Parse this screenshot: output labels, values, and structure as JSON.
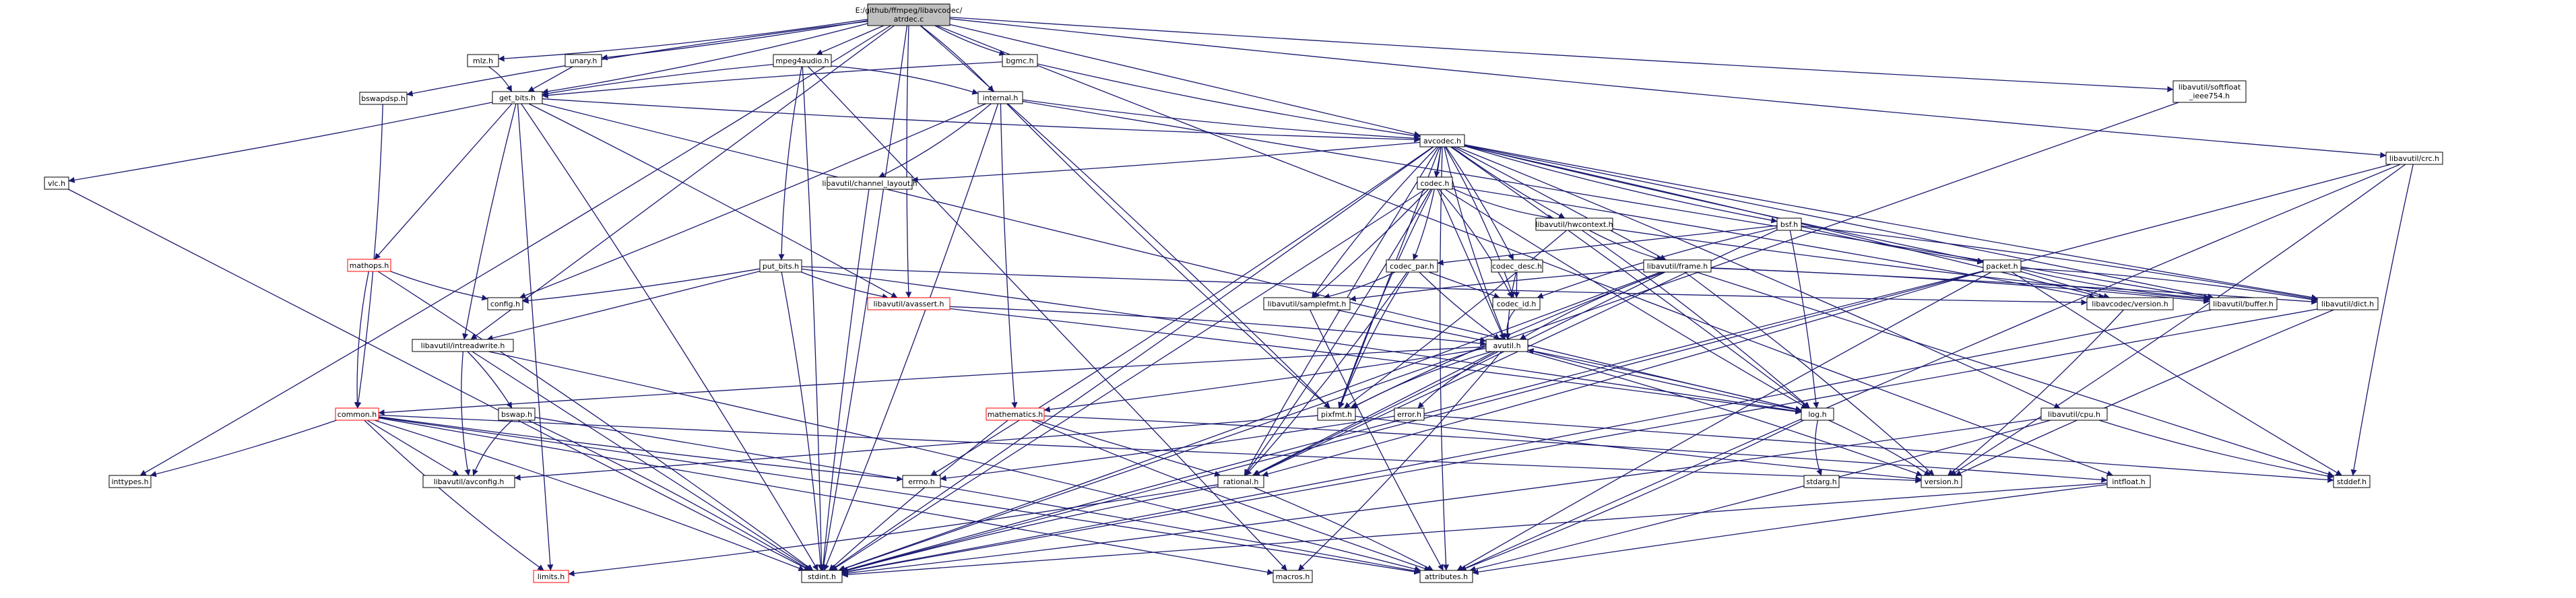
{
  "graph": {
    "colors": {
      "edge": "#191970",
      "node_border": "#000000",
      "node_border_incomplete": "#ff0000",
      "root_fill": "#bfbfbf",
      "background": "#ffffff"
    },
    "nodes": [
      {
        "id": "root",
        "label": "E:/github/ffmpeg/libavcodec/atrdec.c",
        "style": "root"
      },
      {
        "id": "mlz",
        "label": "mlz.h"
      },
      {
        "id": "unary",
        "label": "unary.h"
      },
      {
        "id": "mpeg4audio",
        "label": "mpeg4audio.h"
      },
      {
        "id": "bgmc",
        "label": "bgmc.h"
      },
      {
        "id": "bswapdsp",
        "label": "bswapdsp.h"
      },
      {
        "id": "get_bits",
        "label": "get_bits.h"
      },
      {
        "id": "internal",
        "label": "internal.h"
      },
      {
        "id": "softfloat",
        "label": "libavutil/softfloat_ieee754.h"
      },
      {
        "id": "crc",
        "label": "libavutil/crc.h"
      },
      {
        "id": "avcodec",
        "label": "avcodec.h"
      },
      {
        "id": "vlc",
        "label": "vlc.h"
      },
      {
        "id": "channel_layout",
        "label": "libavutil/channel_layout.h"
      },
      {
        "id": "codec",
        "label": "codec.h"
      },
      {
        "id": "hwcontext",
        "label": "libavutil/hwcontext.h"
      },
      {
        "id": "bsf",
        "label": "bsf.h"
      },
      {
        "id": "mathops",
        "label": "mathops.h",
        "style": "red"
      },
      {
        "id": "put_bits",
        "label": "put_bits.h"
      },
      {
        "id": "codec_par",
        "label": "codec_par.h"
      },
      {
        "id": "codec_desc",
        "label": "codec_desc.h"
      },
      {
        "id": "frame",
        "label": "libavutil/frame.h"
      },
      {
        "id": "packet",
        "label": "packet.h"
      },
      {
        "id": "config",
        "label": "config.h"
      },
      {
        "id": "avassert",
        "label": "libavutil/avassert.h",
        "style": "red"
      },
      {
        "id": "samplefmt",
        "label": "libavutil/samplefmt.h"
      },
      {
        "id": "codec_id",
        "label": "codec_id.h"
      },
      {
        "id": "lavc_version",
        "label": "libavcodec/version.h"
      },
      {
        "id": "buffer",
        "label": "libavutil/buffer.h"
      },
      {
        "id": "dict",
        "label": "libavutil/dict.h"
      },
      {
        "id": "intreadwrite",
        "label": "libavutil/intreadwrite.h"
      },
      {
        "id": "avutil",
        "label": "avutil.h"
      },
      {
        "id": "common",
        "label": "common.h",
        "style": "red"
      },
      {
        "id": "bswap",
        "label": "bswap.h"
      },
      {
        "id": "mathematics",
        "label": "mathematics.h",
        "style": "red"
      },
      {
        "id": "error",
        "label": "error.h"
      },
      {
        "id": "pixfmt",
        "label": "pixfmt.h"
      },
      {
        "id": "log",
        "label": "log.h"
      },
      {
        "id": "cpu",
        "label": "libavutil/cpu.h"
      },
      {
        "id": "inttypes",
        "label": "inttypes.h"
      },
      {
        "id": "avconfig",
        "label": "libavutil/avconfig.h"
      },
      {
        "id": "errno",
        "label": "errno.h"
      },
      {
        "id": "rational",
        "label": "rational.h"
      },
      {
        "id": "version",
        "label": "version.h"
      },
      {
        "id": "stdarg",
        "label": "stdarg.h"
      },
      {
        "id": "intfloat",
        "label": "intfloat.h"
      },
      {
        "id": "stddef",
        "label": "stddef.h"
      },
      {
        "id": "limits",
        "label": "limits.h",
        "style": "red"
      },
      {
        "id": "stdint",
        "label": "stdint.h"
      },
      {
        "id": "macros",
        "label": "macros.h"
      },
      {
        "id": "attributes",
        "label": "attributes.h"
      }
    ],
    "edges": [
      [
        "root",
        "mlz"
      ],
      [
        "root",
        "unary"
      ],
      [
        "root",
        "mpeg4audio"
      ],
      [
        "root",
        "bgmc"
      ],
      [
        "root",
        "bswapdsp"
      ],
      [
        "root",
        "get_bits"
      ],
      [
        "root",
        "internal"
      ],
      [
        "root",
        "avcodec"
      ],
      [
        "root",
        "softfloat"
      ],
      [
        "root",
        "crc"
      ],
      [
        "root",
        "inttypes"
      ],
      [
        "root",
        "stdint"
      ],
      [
        "root",
        "intreadwrite"
      ],
      [
        "root",
        "avassert"
      ],
      [
        "root",
        "intfloat"
      ],
      [
        "root",
        "pixfmt"
      ],
      [
        "mlz",
        "get_bits"
      ],
      [
        "unary",
        "get_bits"
      ],
      [
        "mpeg4audio",
        "get_bits"
      ],
      [
        "mpeg4audio",
        "put_bits"
      ],
      [
        "mpeg4audio",
        "internal"
      ],
      [
        "mpeg4audio",
        "stdint"
      ],
      [
        "mpeg4audio",
        "macros"
      ],
      [
        "bgmc",
        "get_bits"
      ],
      [
        "bgmc",
        "avcodec"
      ],
      [
        "bswapdsp",
        "common"
      ],
      [
        "get_bits",
        "vlc"
      ],
      [
        "get_bits",
        "mathops"
      ],
      [
        "get_bits",
        "intreadwrite"
      ],
      [
        "get_bits",
        "avcodec"
      ],
      [
        "get_bits",
        "stdint"
      ],
      [
        "get_bits",
        "avassert"
      ],
      [
        "get_bits",
        "limits"
      ],
      [
        "get_bits",
        "log"
      ],
      [
        "internal",
        "avcodec"
      ],
      [
        "internal",
        "channel_layout"
      ],
      [
        "internal",
        "config"
      ],
      [
        "internal",
        "buffer"
      ],
      [
        "internal",
        "mathematics"
      ],
      [
        "internal",
        "pixfmt"
      ],
      [
        "internal",
        "stdint"
      ],
      [
        "softfloat",
        "stdint"
      ],
      [
        "crc",
        "stdint"
      ],
      [
        "crc",
        "stddef"
      ],
      [
        "crc",
        "attributes"
      ],
      [
        "crc",
        "version"
      ],
      [
        "avcodec",
        "channel_layout"
      ],
      [
        "avcodec",
        "codec"
      ],
      [
        "avcodec",
        "hwcontext"
      ],
      [
        "avcodec",
        "bsf"
      ],
      [
        "avcodec",
        "codec_par"
      ],
      [
        "avcodec",
        "codec_desc"
      ],
      [
        "avcodec",
        "frame"
      ],
      [
        "avcodec",
        "packet"
      ],
      [
        "avcodec",
        "samplefmt"
      ],
      [
        "avcodec",
        "codec_id"
      ],
      [
        "avcodec",
        "lavc_version"
      ],
      [
        "avcodec",
        "buffer"
      ],
      [
        "avcodec",
        "dict"
      ],
      [
        "avcodec",
        "avutil"
      ],
      [
        "avcodec",
        "cpu"
      ],
      [
        "avcodec",
        "log"
      ],
      [
        "avcodec",
        "pixfmt"
      ],
      [
        "avcodec",
        "rational"
      ],
      [
        "avcodec",
        "attributes"
      ],
      [
        "avcodec",
        "errno"
      ],
      [
        "avcodec",
        "stdint"
      ],
      [
        "vlc",
        "stdint"
      ],
      [
        "channel_layout",
        "stdint"
      ],
      [
        "codec",
        "hwcontext"
      ],
      [
        "codec",
        "codec_id"
      ],
      [
        "codec",
        "samplefmt"
      ],
      [
        "codec",
        "avutil"
      ],
      [
        "codec",
        "log"
      ],
      [
        "codec",
        "pixfmt"
      ],
      [
        "codec",
        "rational"
      ],
      [
        "codec",
        "lavc_version"
      ],
      [
        "codec",
        "stdint"
      ],
      [
        "hwcontext",
        "frame"
      ],
      [
        "hwcontext",
        "buffer"
      ],
      [
        "hwcontext",
        "log"
      ],
      [
        "hwcontext",
        "pixfmt"
      ],
      [
        "bsf",
        "codec_par"
      ],
      [
        "bsf",
        "packet"
      ],
      [
        "bsf",
        "codec_id"
      ],
      [
        "bsf",
        "dict"
      ],
      [
        "bsf",
        "log"
      ],
      [
        "bsf",
        "rational"
      ],
      [
        "mathops",
        "config"
      ],
      [
        "mathops",
        "common"
      ],
      [
        "mathops",
        "stdint"
      ],
      [
        "put_bits",
        "config"
      ],
      [
        "put_bits",
        "intreadwrite"
      ],
      [
        "put_bits",
        "avassert"
      ],
      [
        "put_bits",
        "lavc_version"
      ],
      [
        "put_bits",
        "stdint"
      ],
      [
        "put_bits",
        "log"
      ],
      [
        "codec_par",
        "codec_id"
      ],
      [
        "codec_par",
        "avutil"
      ],
      [
        "codec_par",
        "pixfmt"
      ],
      [
        "codec_par",
        "rational"
      ],
      [
        "codec_par",
        "samplefmt"
      ],
      [
        "codec_desc",
        "codec_id"
      ],
      [
        "codec_desc",
        "avutil"
      ],
      [
        "frame",
        "avutil"
      ],
      [
        "frame",
        "buffer"
      ],
      [
        "frame",
        "dict"
      ],
      [
        "frame",
        "rational"
      ],
      [
        "frame",
        "samplefmt"
      ],
      [
        "frame",
        "pixfmt"
      ],
      [
        "frame",
        "version"
      ],
      [
        "frame",
        "stdint"
      ],
      [
        "frame",
        "stddef"
      ],
      [
        "packet",
        "attributes"
      ],
      [
        "packet",
        "buffer"
      ],
      [
        "packet",
        "dict"
      ],
      [
        "packet",
        "rational"
      ],
      [
        "packet",
        "lavc_version"
      ],
      [
        "packet",
        "stddef"
      ],
      [
        "packet",
        "stdint"
      ],
      [
        "avassert",
        "avutil"
      ],
      [
        "avassert",
        "log"
      ],
      [
        "samplefmt",
        "avutil"
      ],
      [
        "samplefmt",
        "attributes"
      ],
      [
        "codec_id",
        "avutil"
      ],
      [
        "lavc_version",
        "version"
      ],
      [
        "buffer",
        "stdint"
      ],
      [
        "dict",
        "stdint"
      ],
      [
        "dict",
        "version"
      ],
      [
        "intreadwrite",
        "avconfig"
      ],
      [
        "intreadwrite",
        "attributes"
      ],
      [
        "intreadwrite",
        "bswap"
      ],
      [
        "intreadwrite",
        "stdint"
      ],
      [
        "avutil",
        "common"
      ],
      [
        "avutil",
        "error"
      ],
      [
        "avutil",
        "version"
      ],
      [
        "avutil",
        "mathematics"
      ],
      [
        "avutil",
        "rational"
      ],
      [
        "avutil",
        "log"
      ],
      [
        "avutil",
        "pixfmt"
      ],
      [
        "avutil",
        "macros"
      ],
      [
        "common",
        "inttypes"
      ],
      [
        "common",
        "avconfig"
      ],
      [
        "common",
        "errno"
      ],
      [
        "common",
        "limits"
      ],
      [
        "common",
        "stdint"
      ],
      [
        "common",
        "attributes"
      ],
      [
        "common",
        "macros"
      ],
      [
        "common",
        "version"
      ],
      [
        "bswap",
        "avconfig"
      ],
      [
        "bswap",
        "stdint"
      ],
      [
        "bswap",
        "attributes"
      ],
      [
        "mathematics",
        "rational"
      ],
      [
        "mathematics",
        "stdint"
      ],
      [
        "mathematics",
        "attributes"
      ],
      [
        "mathematics",
        "intfloat"
      ],
      [
        "error",
        "errno"
      ],
      [
        "error",
        "stddef"
      ],
      [
        "log",
        "avutil"
      ],
      [
        "log",
        "stdarg"
      ],
      [
        "log",
        "attributes"
      ],
      [
        "log",
        "version"
      ],
      [
        "pixfmt",
        "avconfig"
      ],
      [
        "pixfmt",
        "version"
      ],
      [
        "rational",
        "stdint"
      ],
      [
        "rational",
        "limits"
      ],
      [
        "rational",
        "attributes"
      ],
      [
        "intfloat",
        "stdint"
      ],
      [
        "intfloat",
        "attributes"
      ],
      [
        "cpu",
        "stddef"
      ],
      [
        "cpu",
        "stdint"
      ],
      [
        "cpu",
        "attributes"
      ]
    ]
  }
}
